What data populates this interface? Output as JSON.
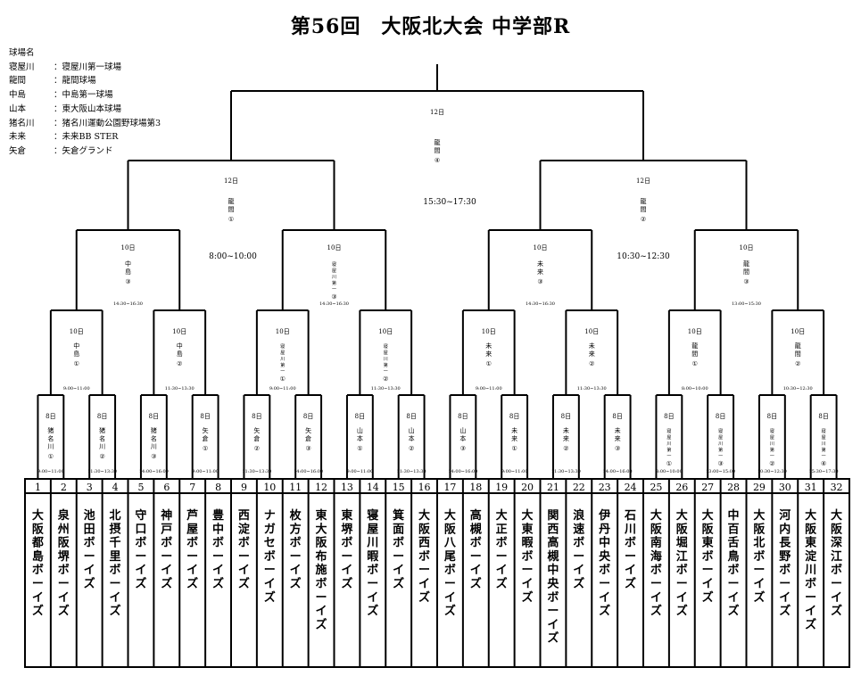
{
  "title": "第56回　大阪北大会 中学部R",
  "venue_header": "球場名",
  "venues": [
    {
      "key": "寝屋川",
      "value": "：寝屋川第一球場"
    },
    {
      "key": "龍間",
      "value": "：龍間球場"
    },
    {
      "key": "中島",
      "value": "：中島第一球場"
    },
    {
      "key": "山本",
      "value": "：東大阪山本球場"
    },
    {
      "key": "猪名川",
      "value": "：猪名川運動公園野球場第3"
    },
    {
      "key": "未来",
      "value": "：未来BB STER"
    },
    {
      "key": "矢倉",
      "value": "：矢倉グランド"
    }
  ],
  "teams": [
    {
      "num": "1",
      "name": "大阪都島ボーイズ"
    },
    {
      "num": "2",
      "name": "泉州阪堺ボーイズ"
    },
    {
      "num": "3",
      "name": "池田ボーイズ"
    },
    {
      "num": "4",
      "name": "北摂千里ボーイズ"
    },
    {
      "num": "5",
      "name": "守口ボーイズ"
    },
    {
      "num": "6",
      "name": "神戸ボーイズ"
    },
    {
      "num": "7",
      "name": "芦屋ボーイズ"
    },
    {
      "num": "8",
      "name": "豊中ボーイズ"
    },
    {
      "num": "9",
      "name": "西淀ボーイズ"
    },
    {
      "num": "10",
      "name": "ナガセボーイズ"
    },
    {
      "num": "11",
      "name": "枚方ボーイズ"
    },
    {
      "num": "12",
      "name": "東大阪布施ボーイズ"
    },
    {
      "num": "13",
      "name": "東堺ボーイズ"
    },
    {
      "num": "14",
      "name": "寝屋川暇ボーイズ"
    },
    {
      "num": "15",
      "name": "箕面ボーイズ"
    },
    {
      "num": "16",
      "name": "大阪西ボーイズ"
    },
    {
      "num": "17",
      "name": "大阪八尾ボーイズ"
    },
    {
      "num": "18",
      "name": "高槻ボーイズ"
    },
    {
      "num": "19",
      "name": "大正ボーイズ"
    },
    {
      "num": "20",
      "name": "大東暇ボーイズ"
    },
    {
      "num": "21",
      "name": "関西高槻中央ボーイズ"
    },
    {
      "num": "22",
      "name": "浪速ボーイズ"
    },
    {
      "num": "23",
      "name": "伊丹中央ボーイズ"
    },
    {
      "num": "24",
      "name": "石川ボーイズ"
    },
    {
      "num": "25",
      "name": "大阪南海ボーイズ"
    },
    {
      "num": "26",
      "name": "大阪堀江ボーイズ"
    },
    {
      "num": "27",
      "name": "大阪東ボーイズ"
    },
    {
      "num": "28",
      "name": "中百舌鳥ボーイズ"
    },
    {
      "num": "29",
      "name": "大阪北ボーイズ"
    },
    {
      "num": "30",
      "name": "河内長野ボーイズ"
    },
    {
      "num": "31",
      "name": "大阪東淀川ボーイズ"
    },
    {
      "num": "32",
      "name": "大阪深江ボーイズ"
    }
  ],
  "round1": [
    {
      "day": "8日",
      "venue": "猪名川",
      "no": "①",
      "time": "9:00~11:00"
    },
    {
      "day": "8日",
      "venue": "猪名川",
      "no": "②",
      "time": "11:30~13:30"
    },
    {
      "day": "8日",
      "venue": "猪名川",
      "no": "③",
      "time": "14:00~16:00"
    },
    {
      "day": "8日",
      "venue": "矢倉",
      "no": "①",
      "time": "9:00~11:00"
    },
    {
      "day": "8日",
      "venue": "矢倉",
      "no": "②",
      "time": "11:30~13:30"
    },
    {
      "day": "8日",
      "venue": "矢倉",
      "no": "③",
      "time": "14:00~16:00"
    },
    {
      "day": "8日",
      "venue": "山本",
      "no": "①",
      "time": "9:00~11:00"
    },
    {
      "day": "8日",
      "venue": "山本",
      "no": "②",
      "time": "11:30~13:30"
    },
    {
      "day": "8日",
      "venue": "山本",
      "no": "③",
      "time": "14:00~16:00"
    },
    {
      "day": "8日",
      "venue": "未来",
      "no": "①",
      "time": "9:00~11:00"
    },
    {
      "day": "8日",
      "venue": "未来",
      "no": "②",
      "time": "11:30~13:30"
    },
    {
      "day": "8日",
      "venue": "未来",
      "no": "③",
      "time": "14:00~16:00"
    },
    {
      "day": "8日",
      "venue": "寝屋川第一",
      "no": "①",
      "time": "8:00~10:00"
    },
    {
      "day": "8日",
      "venue": "寝屋川第一",
      "no": "③",
      "time": "13:00~15:00"
    },
    {
      "day": "8日",
      "venue": "寝屋川第一",
      "no": "②",
      "time": "10:30~12:30"
    },
    {
      "day": "8日",
      "venue": "寝屋川第一",
      "no": "④",
      "time": "15:30~17:30"
    }
  ],
  "round2": [
    {
      "day": "10日",
      "venue": "中島",
      "no": "①",
      "time": "9:00~11:00"
    },
    {
      "day": "10日",
      "venue": "中島",
      "no": "②",
      "time": "11:30~13:30"
    },
    {
      "day": "10日",
      "venue": "寝屋川第一",
      "no": "①",
      "time": "9:00~11:00"
    },
    {
      "day": "10日",
      "venue": "寝屋川第一",
      "no": "②",
      "time": "11:30~13:30"
    },
    {
      "day": "10日",
      "venue": "未来",
      "no": "①",
      "time": "9:00~11:00"
    },
    {
      "day": "10日",
      "venue": "未来",
      "no": "②",
      "time": "11:30~13:30"
    },
    {
      "day": "10日",
      "venue": "龍間",
      "no": "①",
      "time": "8:00~10:00"
    },
    {
      "day": "10日",
      "venue": "龍間",
      "no": "②",
      "time": "10:30~12:30"
    }
  ],
  "round3": [
    {
      "day": "10日",
      "venue": "中島",
      "no": "③",
      "time": "14:30~16:30"
    },
    {
      "day": "10日",
      "venue": "寝屋川第一",
      "no": "③",
      "time": "14:30~16:30"
    },
    {
      "day": "10日",
      "venue": "未来",
      "no": "③",
      "time": "14:30~16:30"
    },
    {
      "day": "10日",
      "venue": "龍間",
      "no": "③",
      "time": "13:00~15:30"
    }
  ],
  "semis": [
    {
      "day": "12日",
      "venue": "龍間",
      "no": "①",
      "time": "8:00~10:00"
    },
    {
      "day": "12日",
      "venue": "龍間",
      "no": "②",
      "time": "10:30~12:30"
    }
  ],
  "final": {
    "day": "12日",
    "venue": "龍間",
    "no": "④",
    "time": "15:30~17:30"
  }
}
